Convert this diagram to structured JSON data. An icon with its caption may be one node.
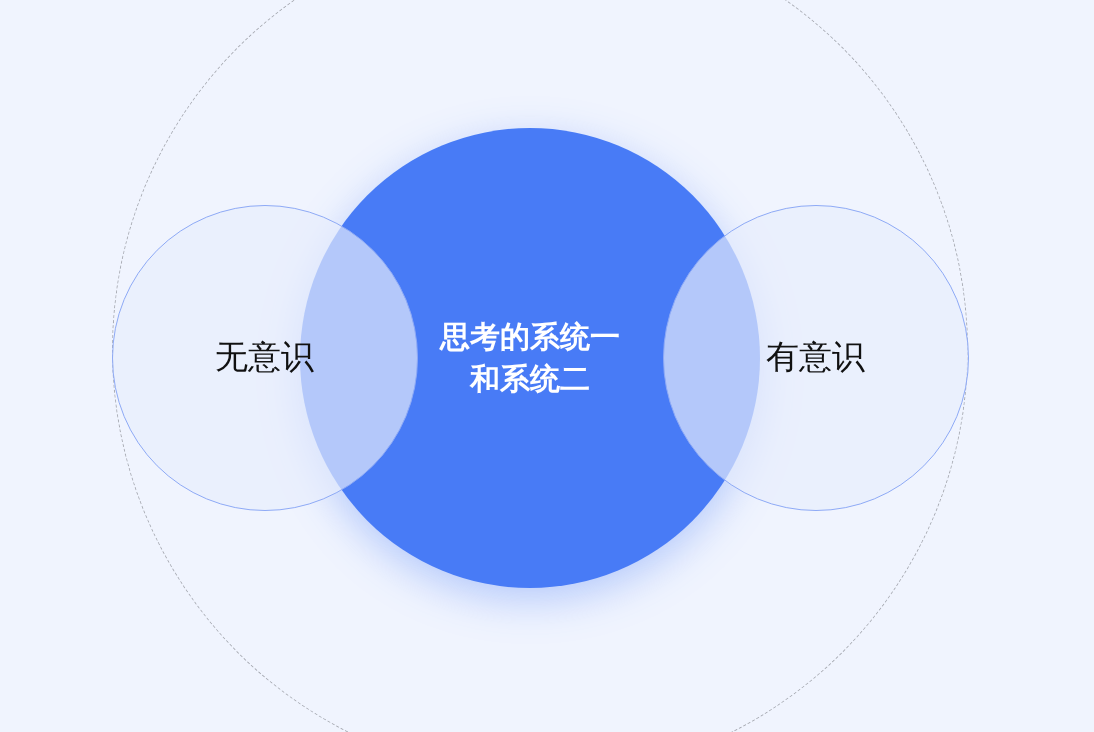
{
  "diagram": {
    "nodes": [
      {
        "text": [],
        "shape": "circle"
      },
      {
        "text": [
          "无意识"
        ],
        "in": 0
      },
      {
        "text": [
          "思考的系统一和系统二"
        ],
        "in": 0
      },
      {
        "text": [
          "有意识"
        ],
        "in": 0
      }
    ]
  }
}
